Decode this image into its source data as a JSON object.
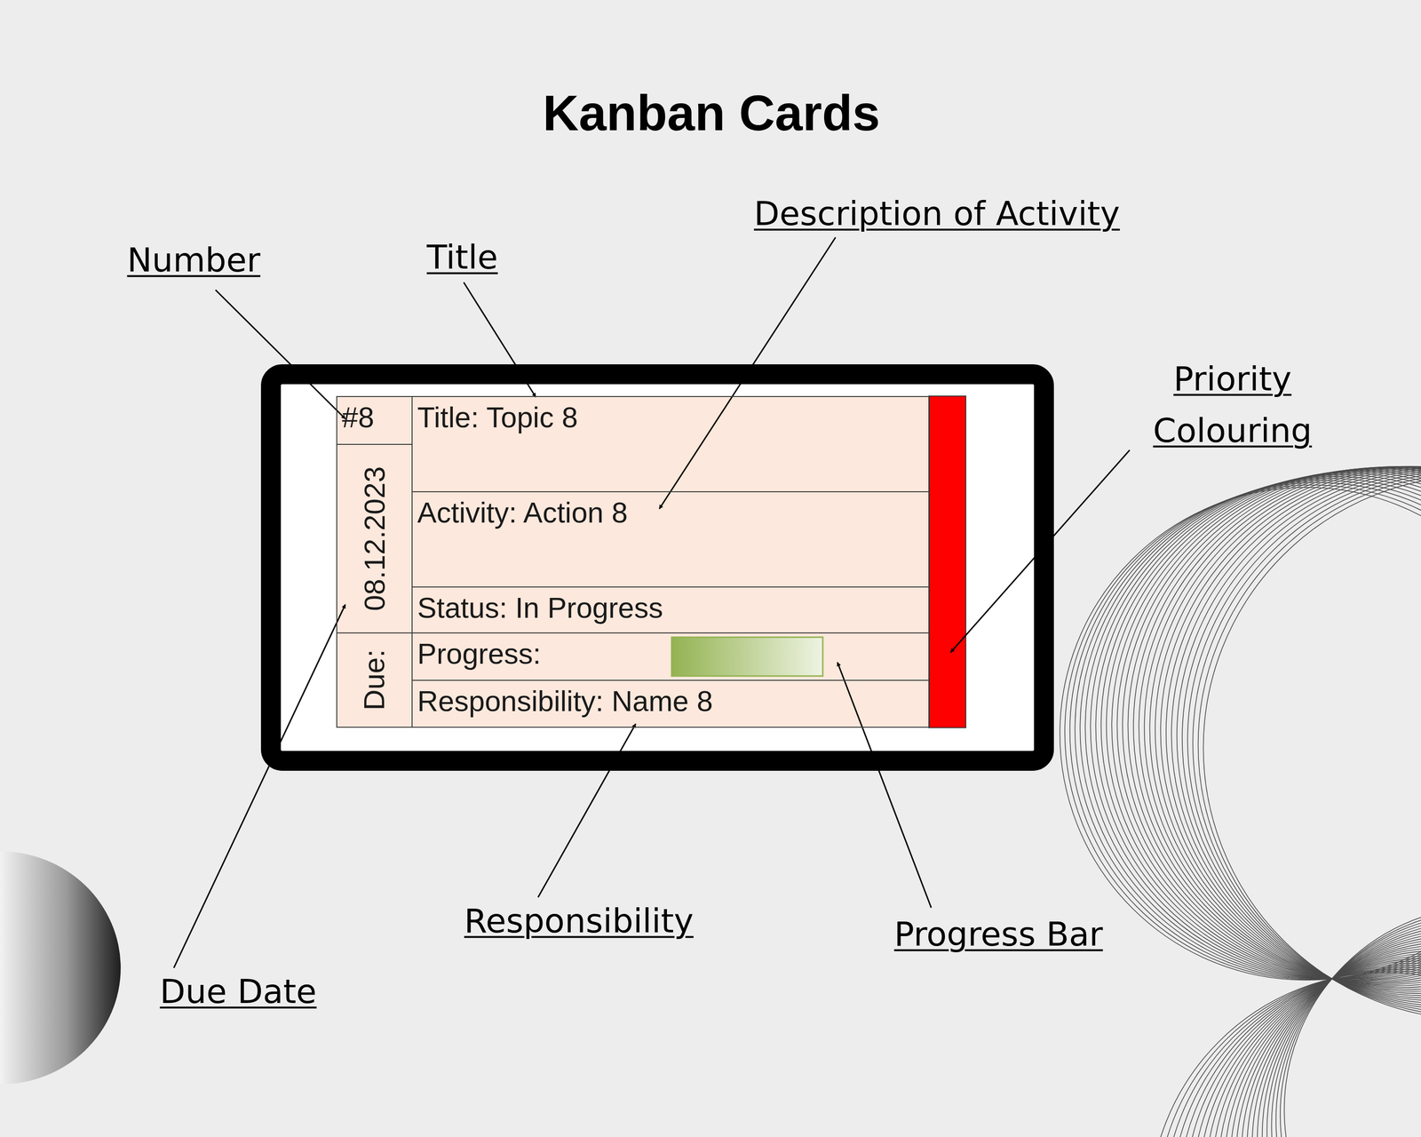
{
  "diagram": {
    "title": "Kanban Cards",
    "nodes": [
      {
        "text": [
          "#8"
        ]
      },
      {
        "text": [
          "Title: Topic 8"
        ]
      },
      {
        "text": [
          "08.12.2023"
        ]
      },
      {
        "text": [
          "Activity: Action 8"
        ]
      },
      {
        "text": [
          "Status: In Progress"
        ]
      },
      {
        "text": [
          "Due:"
        ]
      },
      {
        "text": [
          "Progress:"
        ]
      },
      {
        "text": [
          "Responsibility: Name 8"
        ]
      }
    ],
    "labels": [
      "Number",
      "Title",
      "Description of Activity",
      "Priority Colouring",
      "Responsibility",
      "Progress Bar",
      "Due Date"
    ]
  }
}
